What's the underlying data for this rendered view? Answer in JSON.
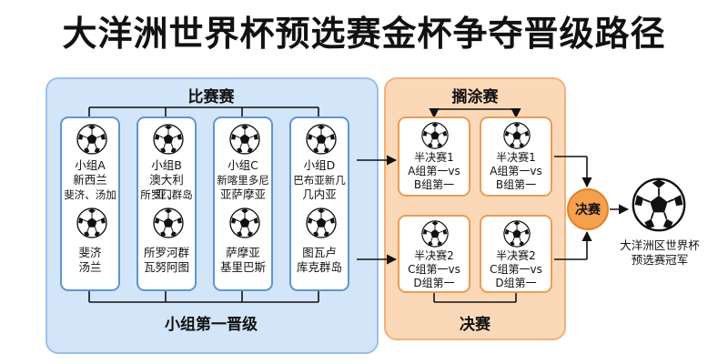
{
  "title": "大洋洲世界杯预选赛金杯争夺晋级路径",
  "group_stage": {
    "label": "比赛赛",
    "bottom_label": "小组第一晋级",
    "groups": [
      {
        "name": "小组A",
        "team1": "新西兰",
        "team2": "斐济、汤加",
        "team3": "斐济",
        "team4": "汤兰"
      },
      {
        "name": "小组B",
        "team1": "澳大利亚、",
        "team2": "所罗门群岛",
        "team3": "所罗河群",
        "team4": "瓦努阿图"
      },
      {
        "name": "小组C",
        "team1": "新喀里多尼",
        "team2": "亚萨摩亚",
        "team3": "萨摩亚",
        "team4": "基里巴斯"
      },
      {
        "name": "小组D",
        "team1": "巴布亚新几",
        "team2": "几内亚",
        "team3": "图瓦卢",
        "team4": "库克群岛"
      }
    ]
  },
  "knockout": {
    "label": "搁涂赛",
    "bottom_label": "决赛",
    "matches": [
      {
        "name": "半决赛1",
        "line1": "A组第一vs",
        "line2": "B组第一"
      },
      {
        "name": "半决赛1",
        "line1": "A组第一vs",
        "line2": "B组第一"
      },
      {
        "name": "半决赛2",
        "line1": "C组第一vs",
        "line2": "D组第一"
      },
      {
        "name": "半决赛2",
        "line1": "C组第一vs",
        "line2": "D组第一"
      }
    ]
  },
  "final": {
    "label": "决赛",
    "champion_line1": "大洋洲区世界杯",
    "champion_line2": "预选赛冠军"
  },
  "colors": {
    "group_panel": "#d3e5f8",
    "knockout_panel": "#fbd9b8",
    "final_node": "#f5a04d"
  }
}
